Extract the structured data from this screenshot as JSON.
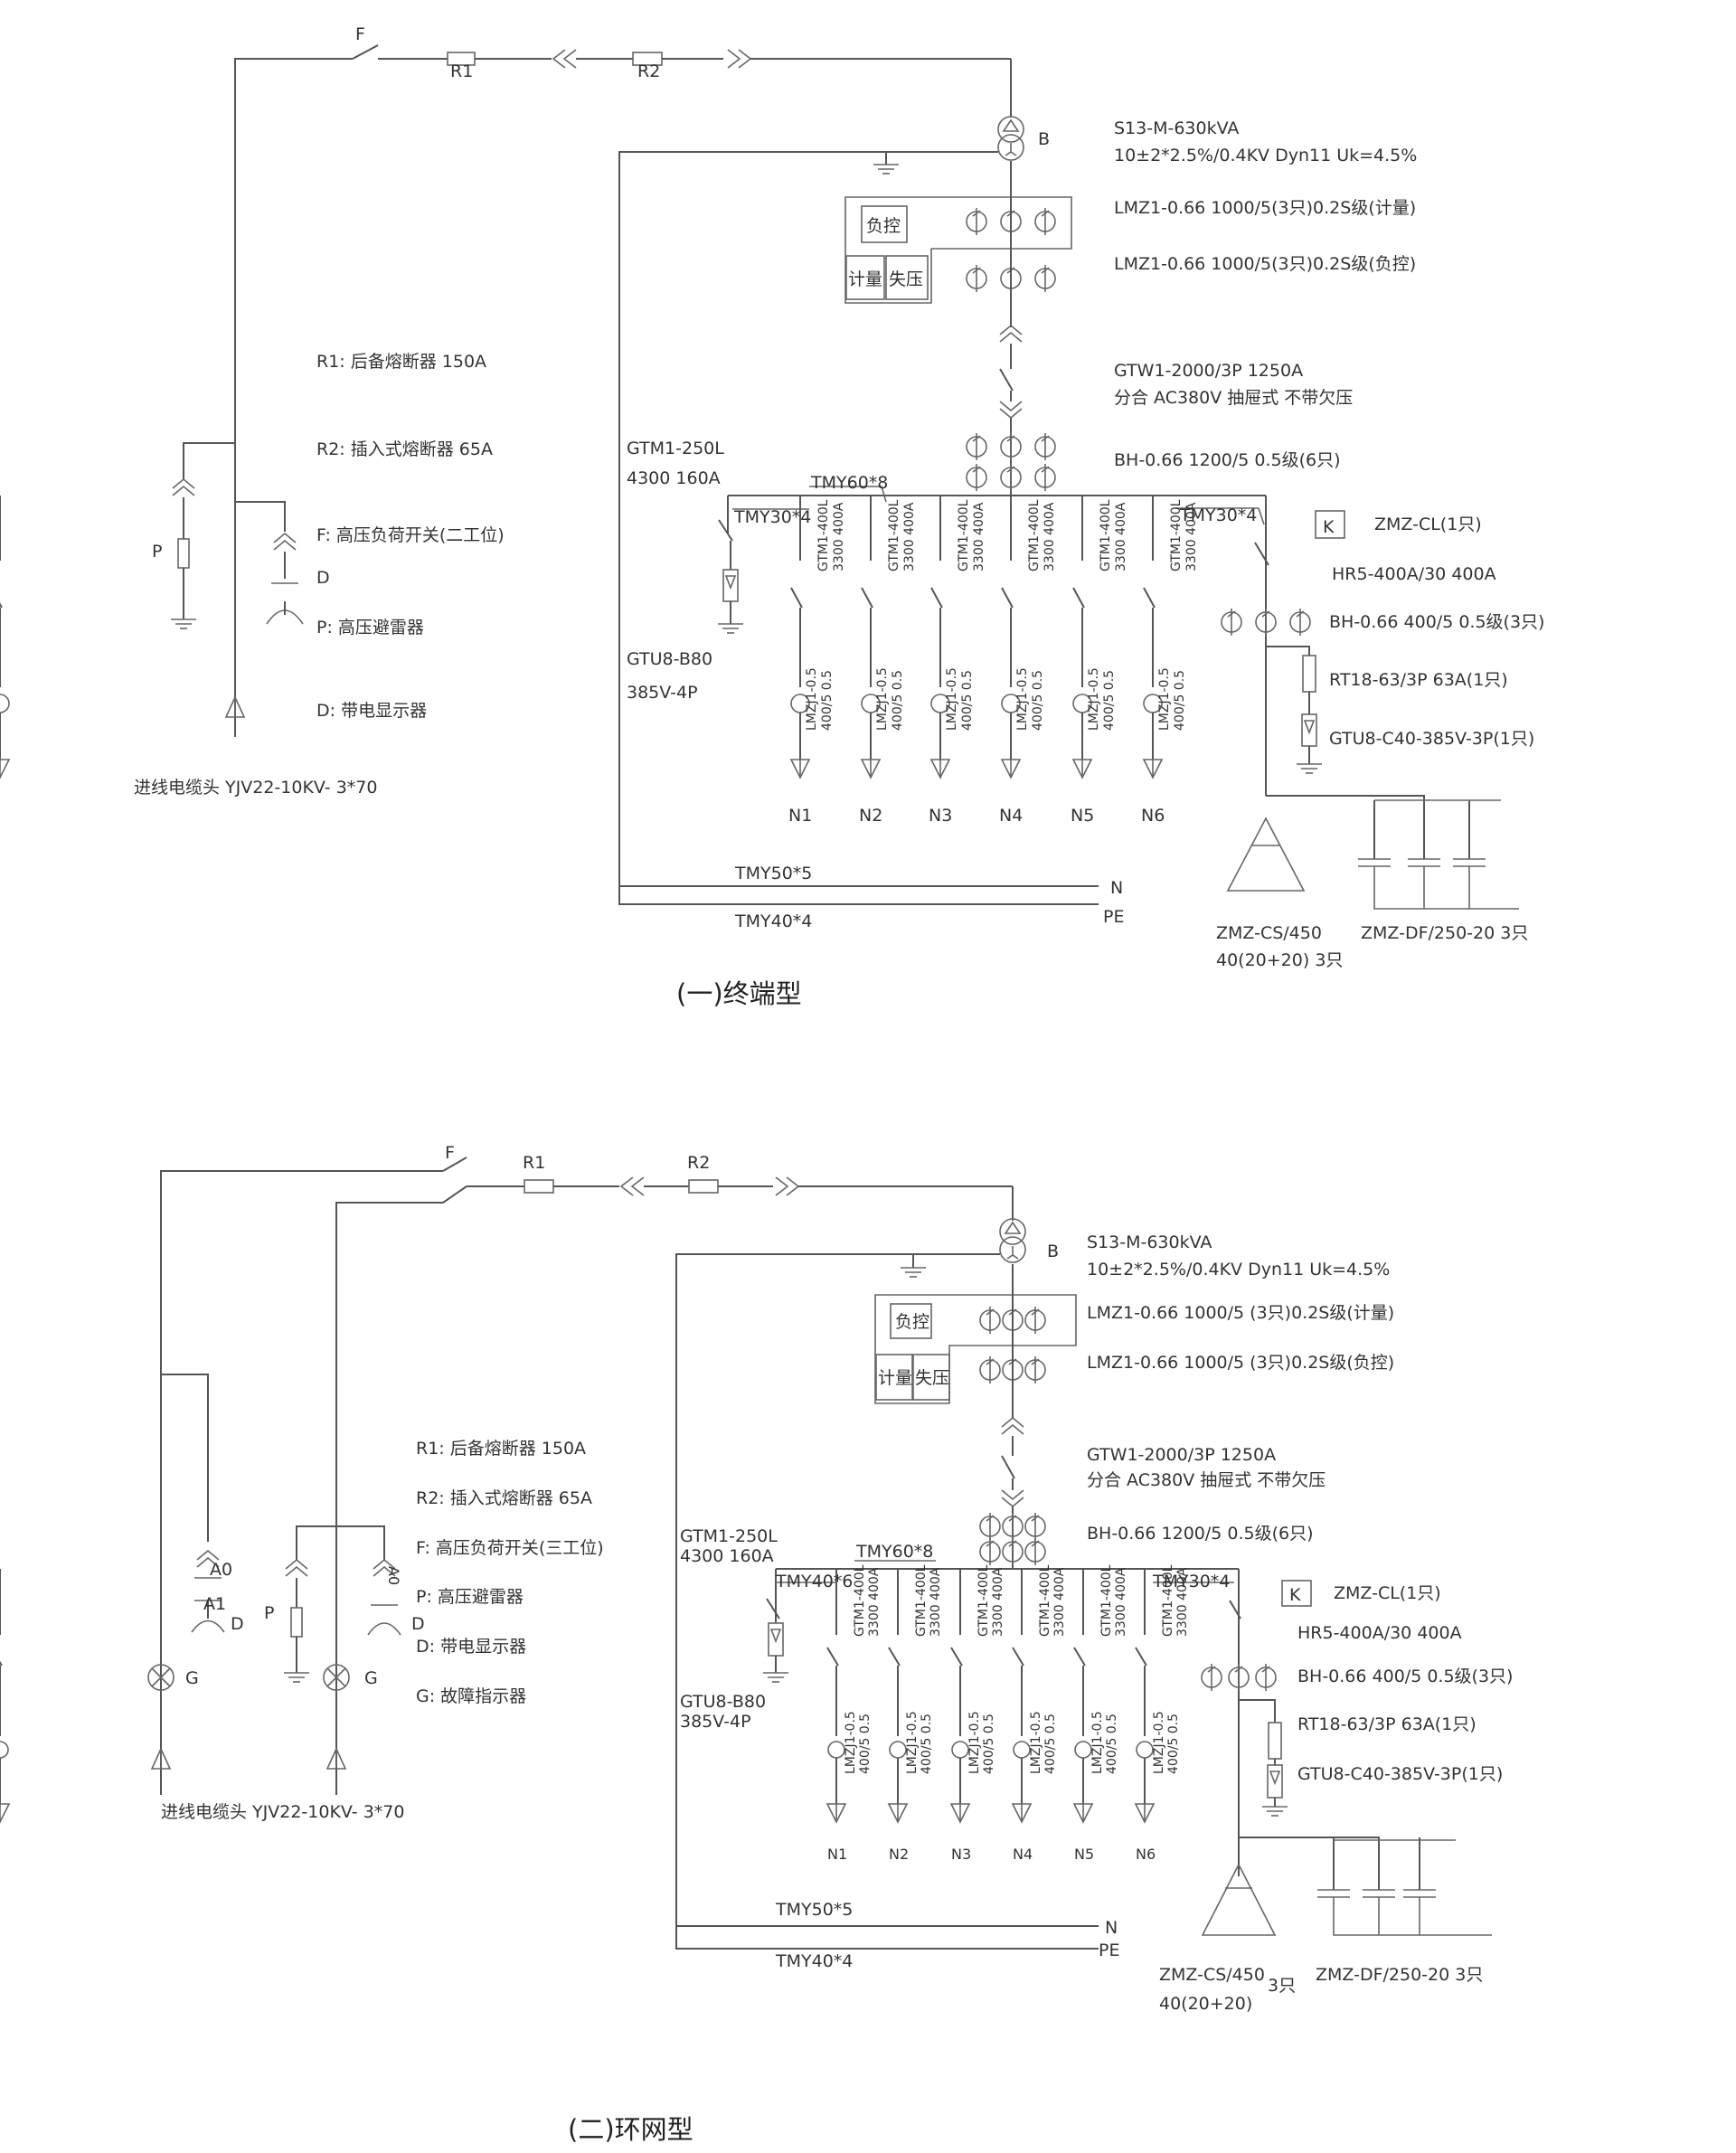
{
  "diagrams": [
    {
      "caption": "(一)终端型",
      "transformer": {
        "label": "B",
        "spec1": "S13-M-630kVA",
        "spec2": "10±2*2.5%/0.4KV  Dyn11 Uk=4.5%"
      },
      "ct_metering": "LMZ1-0.66  1000/5(3只)0.2S级(计量)",
      "ct_load": "LMZ1-0.66  1000/5(3只)0.2S级(负控)",
      "box": {
        "fukong": "负控",
        "jiliang": "计量",
        "shiya": "失压"
      },
      "breaker": {
        "spec1": "GTW1-2000/3P 1250A",
        "spec2": "分合 AC380V 抽屉式 不带欠压"
      },
      "ct_bus": "BH-0.66  1200/5  0.5级(6只)",
      "gtm1": {
        "l1": "GTM1-250L",
        "l2": "4300 160A"
      },
      "gtu8": {
        "l1": "GTU8-B80",
        "l2": "385V-4P"
      },
      "busbar": "TMY60*8",
      "tmy_left": "TMY30*4",
      "tmy_right": "TMY30*4",
      "zmz_cl": "ZMZ-CL(1只)",
      "k": "K",
      "hr5": "HR5-400A/30 400A",
      "bh_cap": "BH-0.66  400/5 0.5级(3只)",
      "rt18": "RT18-63/3P 63A(1只)",
      "gtu8_c": "GTU8-C40-385V-3P(1只)",
      "feeder_top": {
        "a": "GTM1-400L",
        "b": "3300 400A"
      },
      "feeder_ct": {
        "a": "LMZJ1-0.5",
        "b": "400/5 0.5"
      },
      "outlets": [
        "N1",
        "N2",
        "N3",
        "N4",
        "N5",
        "N6"
      ],
      "tmy50": "TMY50*5",
      "tmy40": "TMY40*4",
      "n": "N",
      "pe": "PE",
      "zmz_cs": {
        "a": "ZMZ-CS/450",
        "b": "40(20+20)  3只"
      },
      "zmz_df": "ZMZ-DF/250-20 3只",
      "legend": [
        "R1: 后备熔断器 150A",
        "R2: 插入式熔断器 65A",
        "F: 高压负荷开关(二工位)",
        "P: 高压避雷器",
        "D: 带电显示器"
      ],
      "cable": "进线电缆头 YJV22-10KV- 3*70",
      "labels": {
        "F": "F",
        "R1": "R1",
        "R2": "R2",
        "P": "P",
        "D": "D"
      }
    },
    {
      "caption": "(二)环网型",
      "transformer": {
        "label": "B",
        "spec1": "S13-M-630kVA",
        "spec2": "10±2*2.5%/0.4KV  Dyn11 Uk=4.5%"
      },
      "ct_metering": "LMZ1-0.66  1000/5  (3只)0.2S级(计量)",
      "ct_load": "LMZ1-0.66  1000/5  (3只)0.2S级(负控)",
      "box": {
        "fukong": "负控",
        "jiliang": "计量",
        "shiya": "失压"
      },
      "breaker": {
        "spec1": "GTW1-2000/3P 1250A",
        "spec2": "分合 AC380V 抽屉式 不带欠压"
      },
      "ct_bus": "BH-0.66  1200/5  0.5级(6只)",
      "gtm1": {
        "l1": "GTM1-250L",
        "l2": "4300 160A"
      },
      "gtu8": {
        "l1": "GTU8-B80",
        "l2": "385V-4P"
      },
      "busbar": "TMY60*8",
      "tmy_left": "TMY40*6",
      "tmy_right": "TMY30*4",
      "zmz_cl": "ZMZ-CL(1只)",
      "k": "K",
      "hr5": "HR5-400A/30 400A",
      "bh_cap": "BH-0.66  400/5 0.5级(3只)",
      "rt18": "RT18-63/3P 63A(1只)",
      "gtu8_c": "GTU8-C40-385V-3P(1只)",
      "feeder_top": {
        "a": "GTM1-400L",
        "b": "3300 400A"
      },
      "feeder_ct": {
        "a": "LMZJ1-0.5",
        "b": "400/5 0.5"
      },
      "outlets": [
        "N1",
        "N2",
        "N3",
        "N4",
        "N5",
        "N6"
      ],
      "tmy50": "TMY50*5",
      "tmy40": "TMY40*4",
      "n": "N",
      "pe": "PE",
      "zmz_cs": {
        "a": "ZMZ-CS/450",
        "b": "40(20+20)",
        "c": "3只"
      },
      "zmz_df": "ZMZ-DF/250-20 3只",
      "legend": [
        "R1: 后备熔断器 150A",
        "R2: 插入式熔断器 65A",
        "F: 高压负荷开关(三工位)",
        "P: 高压避雷器",
        "D: 带电显示器",
        "G: 故障指示器"
      ],
      "cable": "进线电缆头 YJV22-10KV- 3*70",
      "labels": {
        "F": "F",
        "R1": "R1",
        "R2": "R2",
        "P": "P",
        "D1": "D",
        "D2": "D",
        "G1": "G",
        "G2": "G",
        "A0": "A0",
        "A1": "A1",
        "A2": "A0"
      }
    }
  ]
}
